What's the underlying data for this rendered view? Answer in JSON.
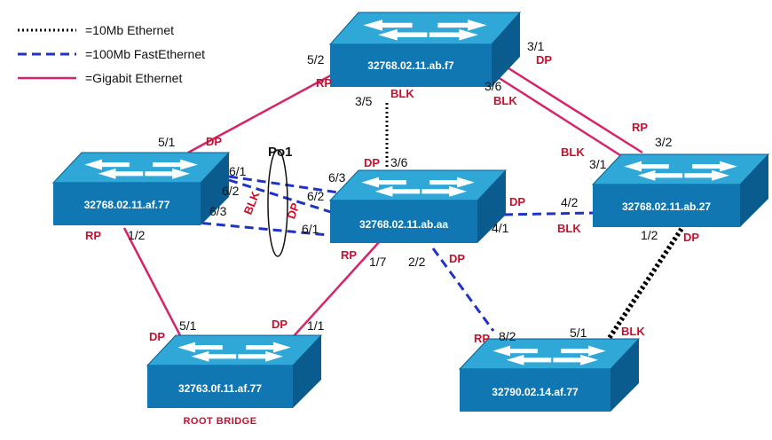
{
  "legend": {
    "items": [
      {
        "label": "=10Mb Ethernet",
        "style": "dotted"
      },
      {
        "label": "=100Mb FastEthernet",
        "style": "dashed"
      },
      {
        "label": "=Gigabit Ethernet",
        "style": "solid"
      }
    ]
  },
  "colors": {
    "ethernet_10mb": "#000000",
    "fast_ethernet": "#1f33c4",
    "gigabit": "#d6246a",
    "role_text": "#c8102e",
    "switch_top": "#2fa8d8",
    "switch_front": "#1177b3",
    "switch_side": "#0a5c8e"
  },
  "switches": {
    "ab_f7": "32768.02.11.ab.f7",
    "af_77": "32768.02.11.af.77",
    "ab_aa": "32768.02.11.ab.aa",
    "ab_27": "32768.02.11.ab.27",
    "root": "32763.0f.11.af.77",
    "sw_14": "32790.02.14.af.77"
  },
  "root_caption": "ROOT BRIDGE",
  "etherchannel": "Po1",
  "ports": {
    "f7_5_2": "5/2",
    "f7_3_5": "3/5",
    "f7_3_1": "3/1",
    "f7_3_6": "3/6",
    "af_5_1": "5/1",
    "af_6_1": "6/1",
    "af_6_2": "6/2",
    "af_6_3": "6/3",
    "af_1_2": "1/2",
    "aa_3_6": "3/6",
    "aa_6_3": "6/3",
    "aa_6_2": "6/2",
    "aa_6_1": "6/1",
    "aa_4_1": "4/1",
    "aa_1_7": "1/7",
    "aa_2_2": "2/2",
    "ab27_3_2": "3/2",
    "ab27_3_1": "3/1",
    "ab27_4_2": "4/2",
    "ab27_1_2": "1/2",
    "root_5_1": "5/1",
    "root_1_1": "1/1",
    "sw14_8_2": "8/2",
    "sw14_5_1": "5/1"
  },
  "roles": {
    "f7_rp": "RP",
    "f7_blk_3_5": "BLK",
    "f7_dp_3_1": "DP",
    "f7_blk_3_6": "BLK",
    "af_dp_5_1": "DP",
    "af_rp_1_2": "RP",
    "po_blk": "BLK",
    "po_dp": "DP",
    "aa_dp_3_6": "DP",
    "aa_dp_4_1": "DP",
    "aa_rp_1_7": "RP",
    "aa_dp_2_2": "DP",
    "ab27_rp_3_2": "RP",
    "ab27_blk_3_1": "BLK",
    "ab27_blk_4_2": "BLK",
    "ab27_dp_1_2": "DP",
    "root_dp_5_1": "DP",
    "root_dp_1_1": "DP",
    "sw14_rp_8_2": "RP",
    "sw14_blk_5_1": "BLK"
  }
}
